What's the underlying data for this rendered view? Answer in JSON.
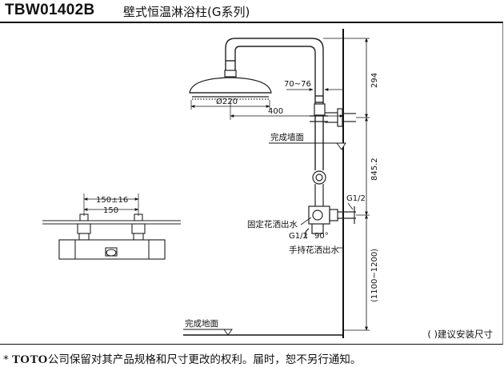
{
  "header": {
    "model": "TBW01402B",
    "title": "壁式恒温淋浴柱(G系列)"
  },
  "labels": {
    "finished_wall": "完成墙面",
    "finished_floor": "完成地面",
    "fixed_shower_outlet": "固定花洒出水",
    "hand_shower_outlet": "手持花洒出水",
    "g12_right": "G1/2",
    "g12_left": "G1/2",
    "angle_90": "90°"
  },
  "dimensions": {
    "d_70_76": "70~76",
    "d_220": "Ø220",
    "d_400": "400",
    "d_294": "294",
    "d_845_2": "845.2",
    "d_1100_1200": "(1100~1200)",
    "d_150_16": "150±16",
    "d_150": "150"
  },
  "note": "(  )建议安装尺寸",
  "footer": {
    "star": "*",
    "brand": "TOTO",
    "text": "公司保留对其产品规格和尺寸更改的权利。届时，恕不另行通知。"
  }
}
